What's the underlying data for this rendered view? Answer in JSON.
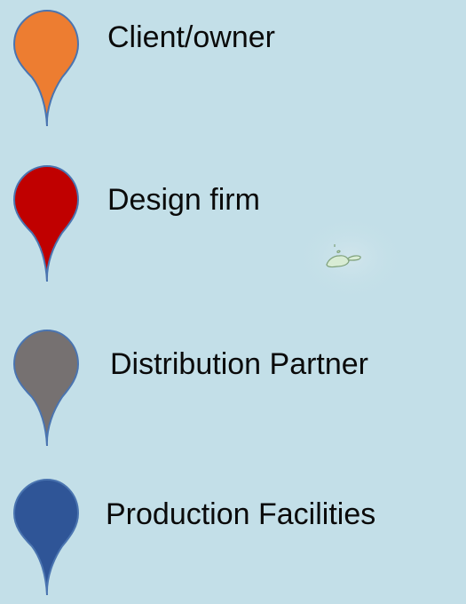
{
  "legend": {
    "items": [
      {
        "label": "Client/owner",
        "color": "#ed7d31",
        "icon": "map-pin-icon"
      },
      {
        "label": "Design firm",
        "color": "#c00000",
        "icon": "map-pin-icon"
      },
      {
        "label": "Distribution Partner",
        "color": "#767171",
        "icon": "map-pin-icon"
      },
      {
        "label": "Production Facilities",
        "color": "#2f5597",
        "icon": "map-pin-icon"
      }
    ]
  },
  "map": {
    "background_color": "#c3dfe8",
    "island_fill": "#d8ecd4",
    "island_stroke": "#7ea07a"
  }
}
